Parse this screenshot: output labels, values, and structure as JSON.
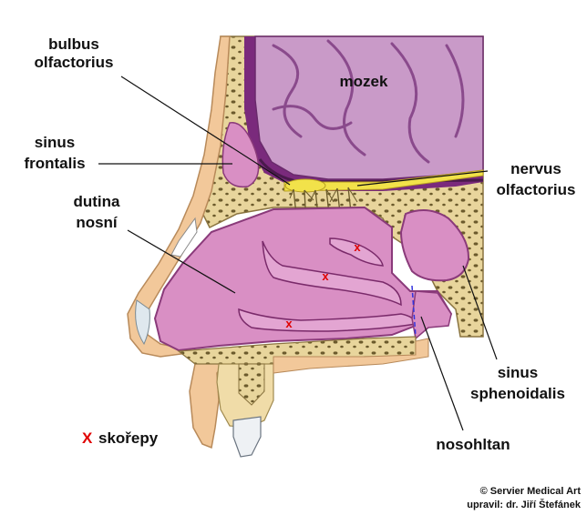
{
  "labels": {
    "bulbus": [
      "bulbus",
      "olfactorius"
    ],
    "mozek": "mozek",
    "sinus_frontalis": [
      "sinus",
      "frontalis"
    ],
    "nervus": [
      "nervus",
      "olfactorius"
    ],
    "dutina": [
      "dutina",
      "nosní"
    ],
    "sinus_sphenoidalis": [
      "sinus",
      "sphenoidalis"
    ],
    "nosohltan": "nosohltan"
  },
  "legend": {
    "marker": "X",
    "text": "skořepy"
  },
  "concha_marker": "x",
  "credits": [
    "© Servier Medical Art",
    "upravil: dr. Jiří Štefánek"
  ],
  "colors": {
    "marker": "#e00000",
    "brain": "#c99ac8",
    "brain_dark": "#7a2a7c",
    "cavity": "#d98fc4",
    "bone": "#f0dca8",
    "skin": "#f2c89a",
    "nerve": "#f2e24a",
    "dashed_line": "#3333dd"
  }
}
